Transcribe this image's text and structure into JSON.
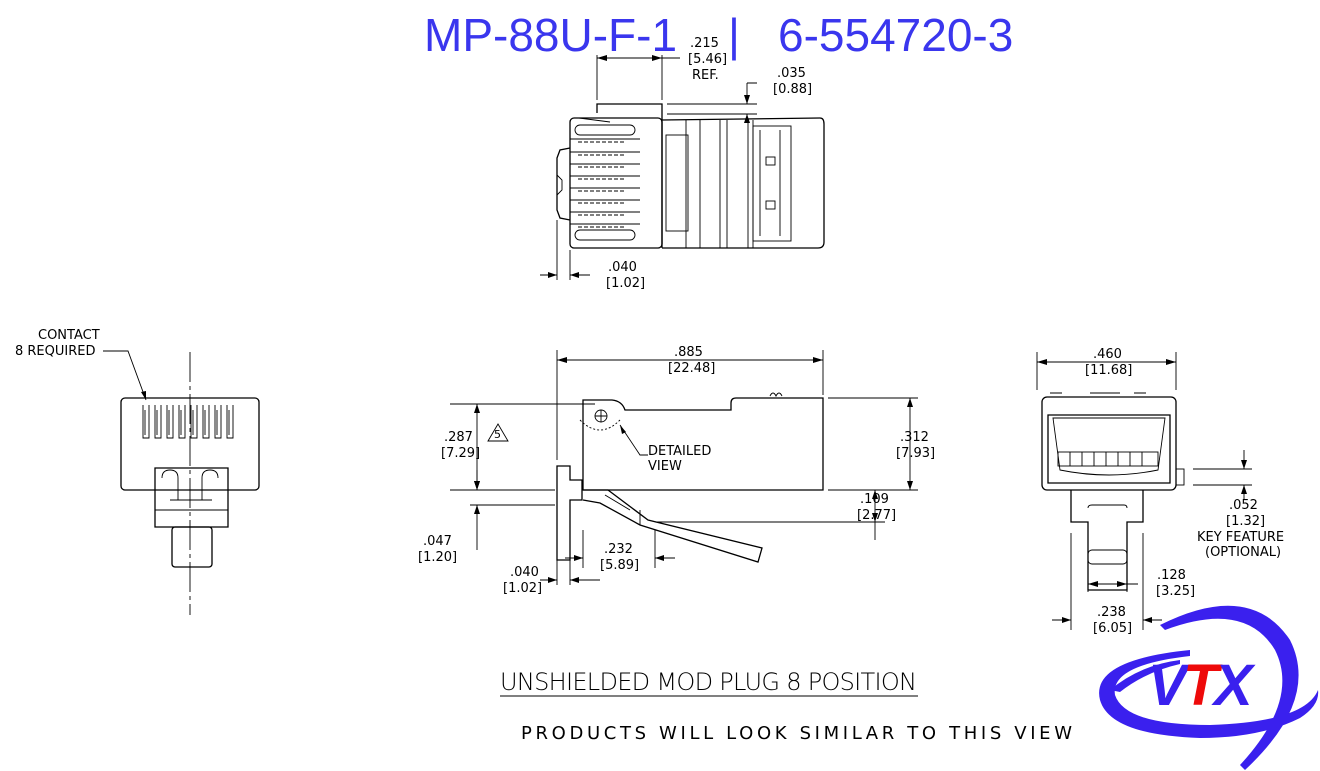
{
  "title": {
    "part_left": "MP-88U-F-1",
    "separator": "|",
    "part_right": "6-554720-3"
  },
  "top_view": {
    "dim_width": {
      "in": ".215",
      "mm": "[5.46]",
      "note": "REF."
    },
    "dim_step": {
      "in": ".035",
      "mm": "[0.88]"
    },
    "dim_offset": {
      "in": ".040",
      "mm": "[1.02]"
    }
  },
  "front_view": {
    "callout_line1": "CONTACT",
    "callout_line2": "8  REQUIRED"
  },
  "side_view": {
    "dim_length": {
      "in": ".885",
      "mm": "[22.48]"
    },
    "dim_height_left": {
      "in": ".287",
      "mm": "[7.29]"
    },
    "note_flag": "5",
    "dim_height_right": {
      "in": ".312",
      "mm": "[7.93]"
    },
    "detail_label_line1": "DETAILED",
    "detail_label_line2": "VIEW",
    "dim_latch": {
      "in": ".109",
      "mm": "[2.77]"
    },
    "dim_bottom": {
      "in": ".047",
      "mm": "[1.20]"
    },
    "dim_wall": {
      "in": ".040",
      "mm": "[1.02]"
    },
    "dim_latch_len": {
      "in": ".232",
      "mm": "[5.89]"
    }
  },
  "end_view": {
    "dim_width": {
      "in": ".460",
      "mm": "[11.68]"
    },
    "dim_key": {
      "in": ".052",
      "mm": "[1.32]"
    },
    "key_note_line1": "KEY  FEATURE",
    "key_note_line2": "(OPTIONAL)",
    "dim_latch_w": {
      "in": ".128",
      "mm": "[3.25]"
    },
    "dim_latch_outer": {
      "in": ".238",
      "mm": "[6.05]"
    }
  },
  "caption": "UNSHIELDED MOD PLUG 8 POSITION",
  "subcaption": "PRODUCTS WILL LOOK SIMILAR TO THIS VIEW",
  "logo": {
    "text_v": "V",
    "text_t": "T",
    "text_x": "X",
    "color_blue": "#3a20ee",
    "color_red": "#ee0a0a"
  }
}
